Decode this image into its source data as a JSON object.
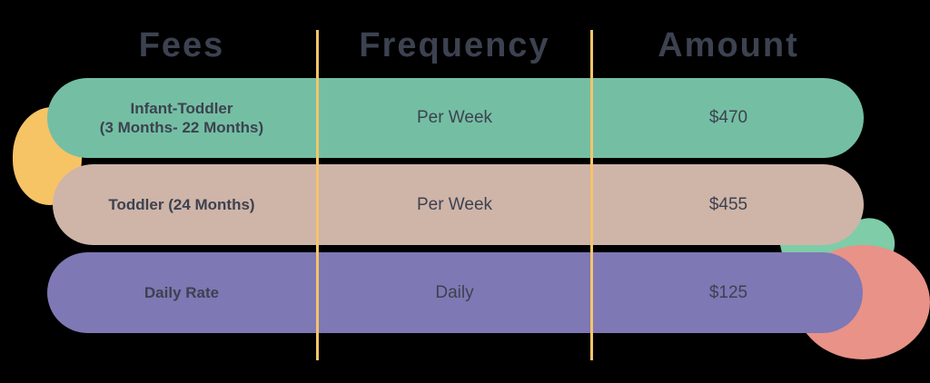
{
  "colors": {
    "background": "#000000",
    "text": "#3C4250",
    "divider": "#F4C46B",
    "row_green": "#74BFA3",
    "row_tan": "#CFB4A8",
    "row_purple": "#7E78B4",
    "blob_orange": "#F6C365",
    "blob_mint": "#7ECCA8",
    "blob_salmon": "#E99287"
  },
  "table": {
    "headers": [
      {
        "label": "Fees"
      },
      {
        "label": "Frequency"
      },
      {
        "label": "Amount"
      }
    ],
    "rows": [
      {
        "fee_line_1": "Infant-Toddler",
        "fee_line_2": "(3 Months- 22 Months)",
        "frequency": "Per Week",
        "amount": "$470"
      },
      {
        "fee_line_1": "Toddler (24 Months)",
        "fee_line_2": "",
        "frequency": "Per Week",
        "amount": "$455"
      },
      {
        "fee_line_1": "Daily Rate",
        "fee_line_2": "",
        "frequency": "Daily",
        "amount": "$125"
      }
    ]
  }
}
